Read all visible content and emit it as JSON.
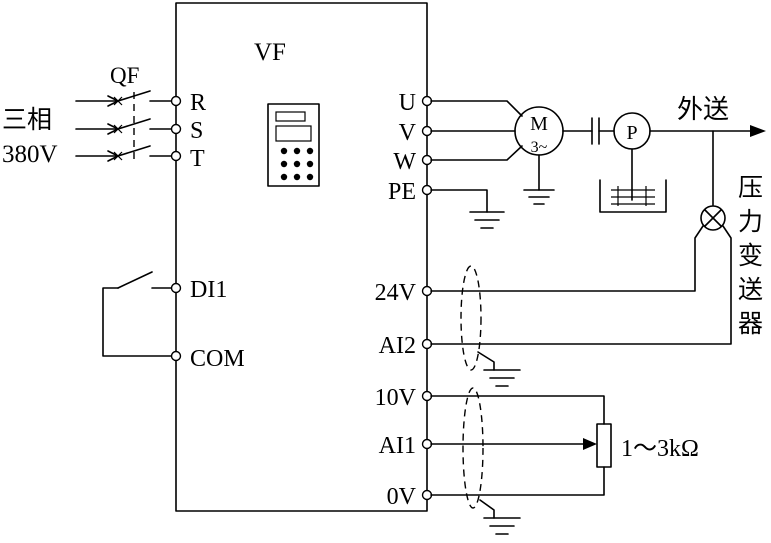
{
  "vfd": {
    "title": "VF",
    "left_terminals": [
      "R",
      "S",
      "T",
      "DI1",
      "COM"
    ],
    "right_terminals": [
      "U",
      "V",
      "W",
      "PE",
      "24V",
      "AI2",
      "10V",
      "AI1",
      "0V"
    ]
  },
  "supply": {
    "label_line1": "三相",
    "label_line2": "380V",
    "breaker": "QF"
  },
  "motor": {
    "letter": "M",
    "phase": "3~"
  },
  "pump": {
    "letter": "P"
  },
  "outlet_label": "外送",
  "transmitter_label": [
    "压",
    "力",
    "变",
    "送",
    "器"
  ],
  "potentiometer_label": "1～3kΩ"
}
